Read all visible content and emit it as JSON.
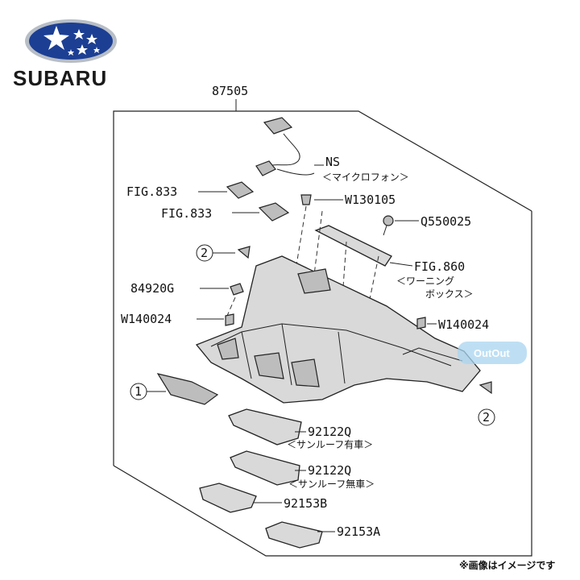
{
  "brand": {
    "name": "SUBARU",
    "logo_icon": "subaru-pleiades-logo",
    "oval_color": "#1c3f94",
    "ring_color": "#9aa3ad"
  },
  "diagram": {
    "assembly_number": "87505",
    "labels": {
      "ns": "NS",
      "ns_jp": "＜マイクロフォン＞",
      "fig833_a": "FIG.833",
      "fig833_b": "FIG.833",
      "w130105": "W130105",
      "q550025": "Q550025",
      "fig860": "FIG.860",
      "fig860_jp1": "＜ワーニング",
      "fig860_jp2": "ボックス＞",
      "p84920g": "84920G",
      "w140024_left": "W140024",
      "w140024_right": "W140024",
      "circle_2_top": "2",
      "circle_2_right": "2",
      "circle_1": "1",
      "p92122q_a": "92122Q",
      "p92122q_a_jp": "＜サンルーフ有車＞",
      "p92122q_b": "92122Q",
      "p92122q_b_jp": "＜サンルーフ無車＞",
      "p92153b": "92153B",
      "p92153a": "92153A"
    }
  },
  "watermark": {
    "text": "OutOut",
    "color": "#a8d4ef"
  },
  "footer": {
    "note": "※画像はイメージです"
  }
}
